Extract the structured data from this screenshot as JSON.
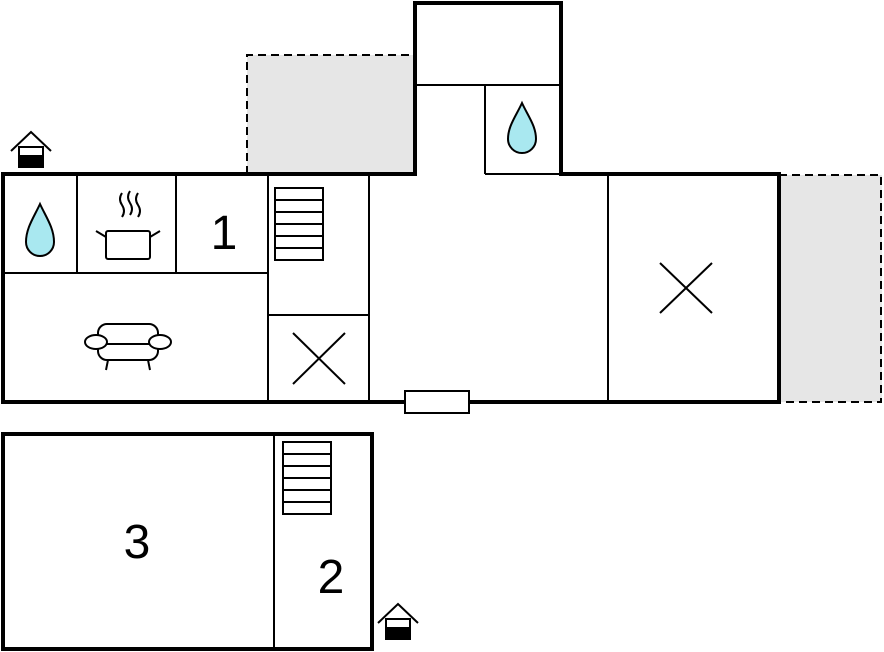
{
  "colors": {
    "wall": "#000000",
    "terrace": "#e6e6e6",
    "water": "#a9e8f0",
    "background": "#ffffff"
  },
  "rooms": {
    "bedroom_1": {
      "label": "1"
    },
    "bedroom_2": {
      "label": "2"
    },
    "bedroom_3": {
      "label": "3"
    }
  },
  "icons": {
    "entrance": "house-entrance-icon",
    "water": "water-drop-icon",
    "kitchen": "cooking-pot-icon",
    "living": "sofa-icon",
    "stairs": "stairs-icon",
    "open_space": "cross-icon"
  }
}
